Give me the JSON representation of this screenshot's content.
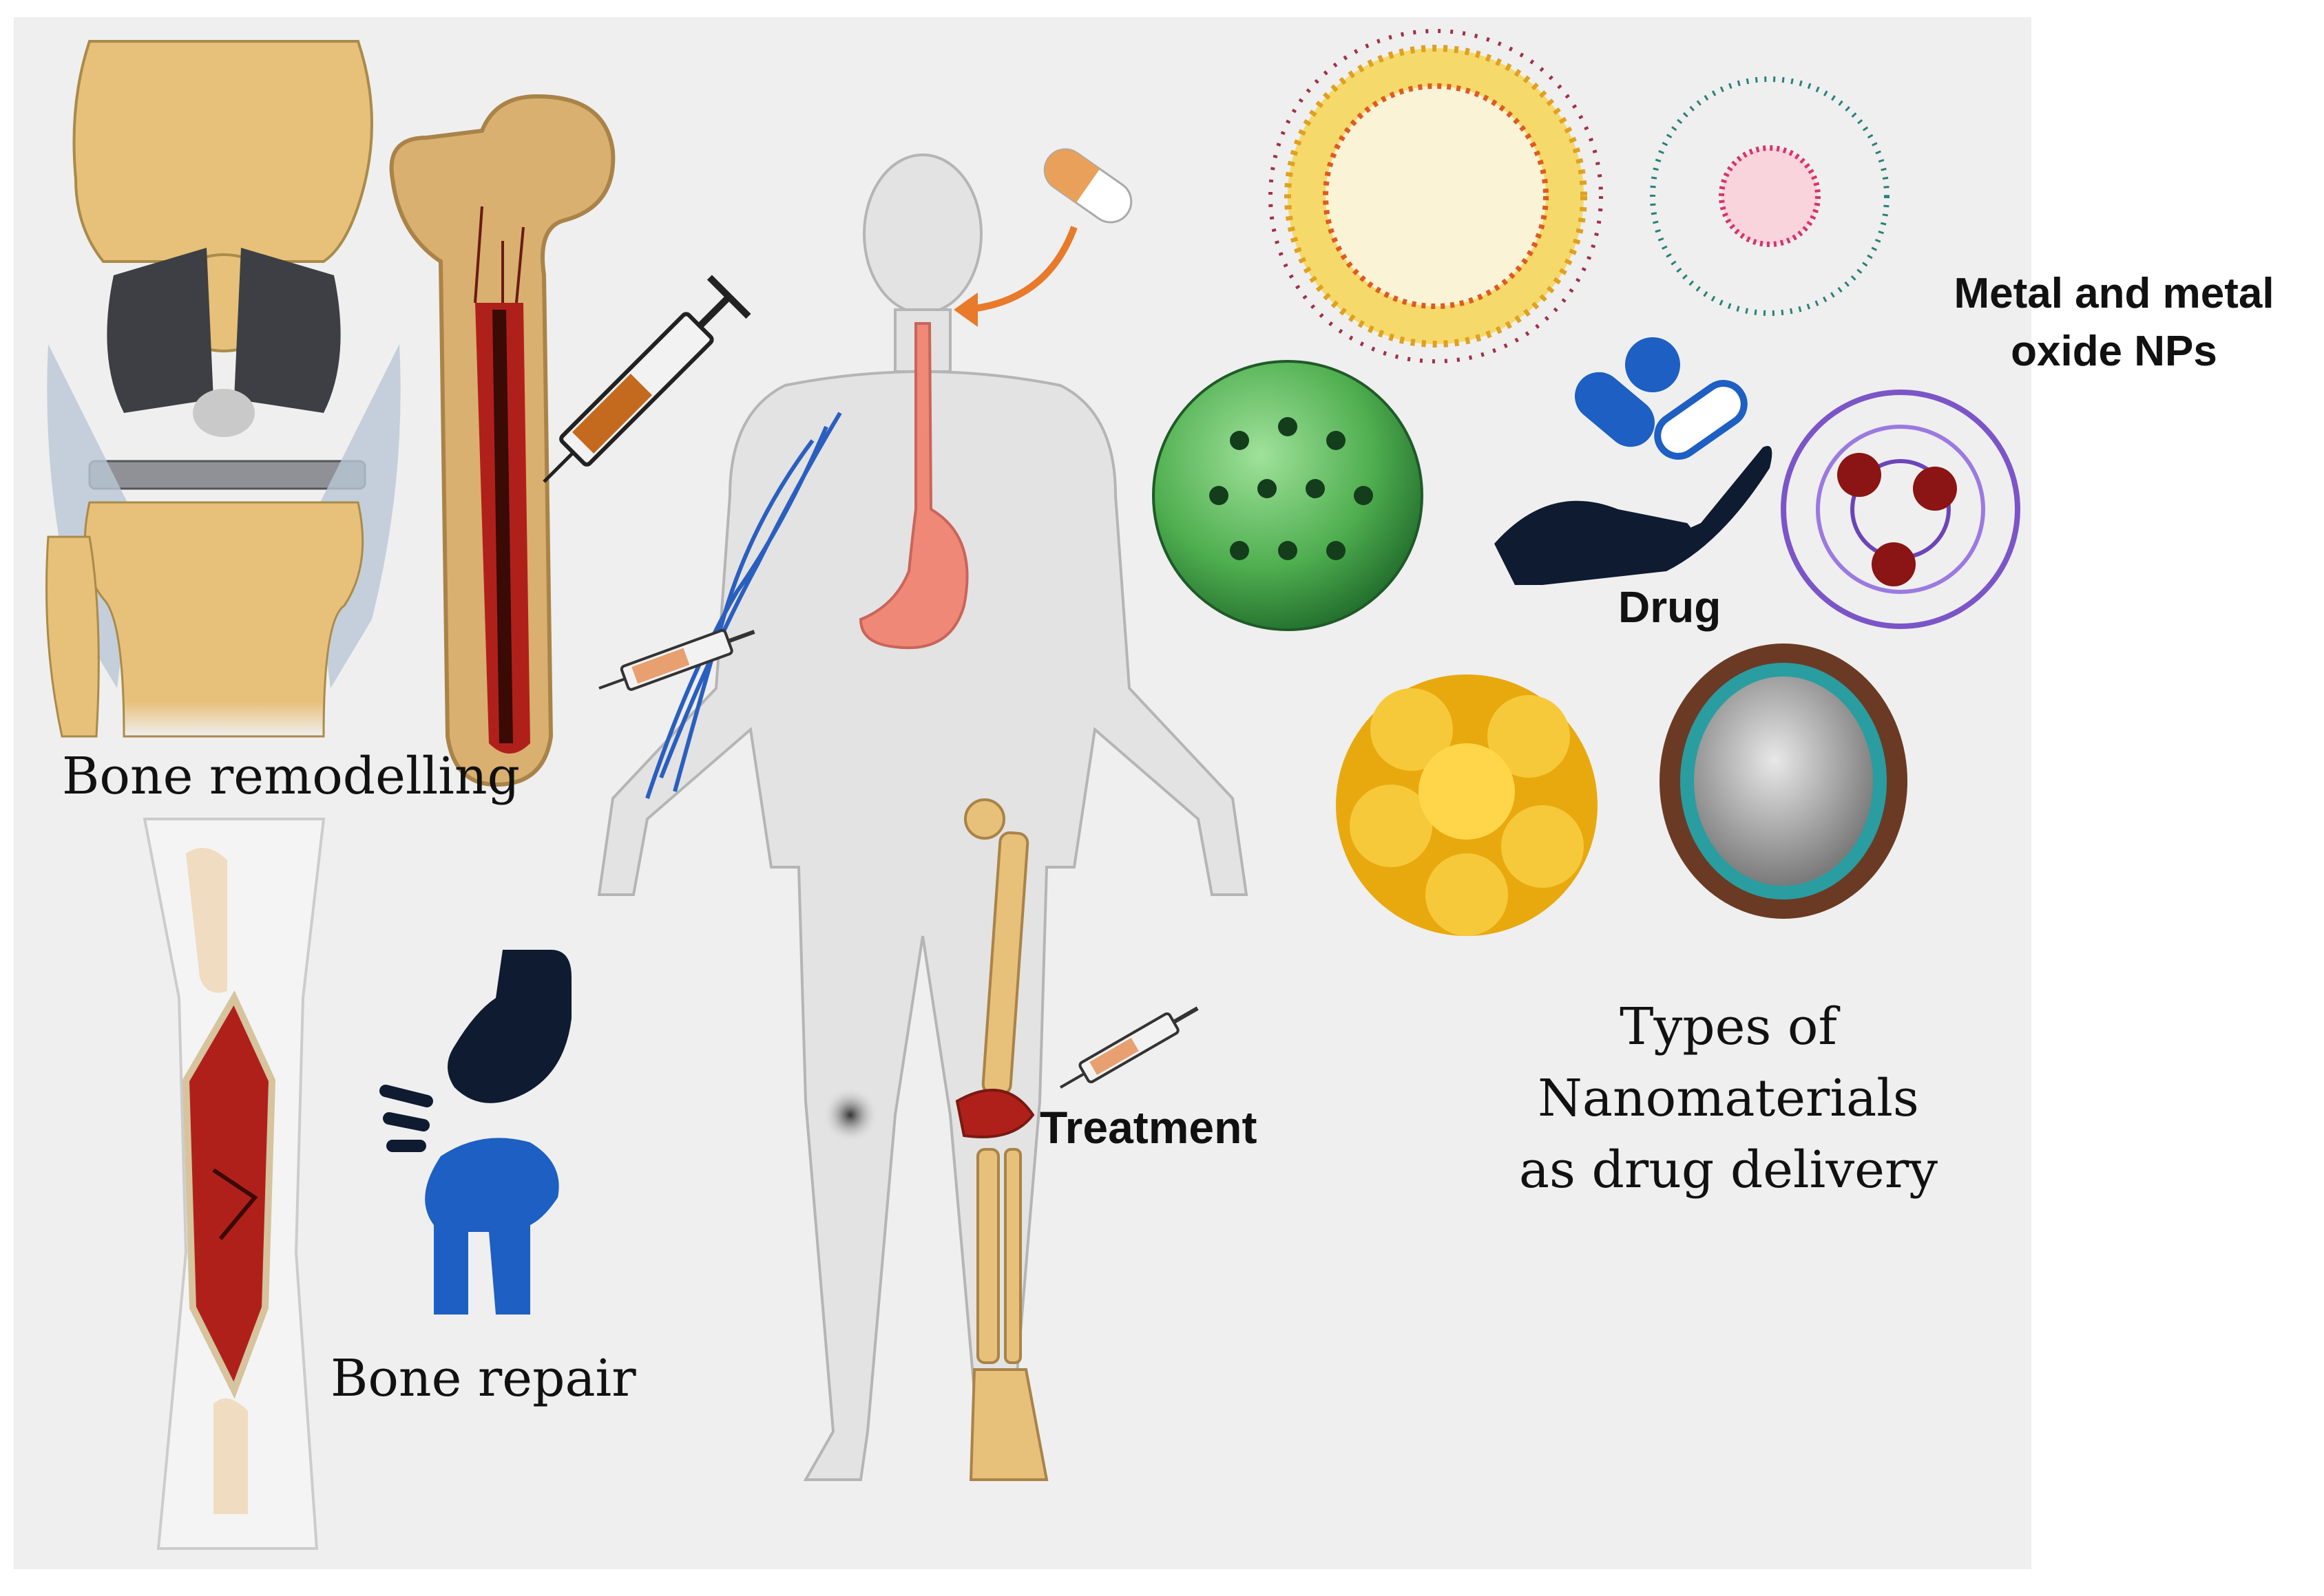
{
  "labels": {
    "bone_remodelling": "Bone remodelling",
    "bone_repair": "Bone repair",
    "treatment": "Treatment",
    "drug": "Drug",
    "metal_line1": "Metal and metal",
    "metal_line2": "oxide NPs",
    "types_line1": "Types of Nanomaterials",
    "types_line2": "as drug delivery"
  },
  "colors": {
    "background": "#efefef",
    "bone": "#e7c07a",
    "marrow_red": "#b0201a",
    "implant_dark": "#3d3f44",
    "vein_blue": "#2a5fc0",
    "stomach_pink": "#f08878",
    "navy_icon": "#0e1b30",
    "blue_icon": "#1d5fc2",
    "green_sphere": "#4fae4f",
    "gold_cluster": "#e8a90f",
    "teal_shell": "#2a9da0",
    "purple_net": "#7b55c8",
    "arrow_orange": "#e87a2a"
  },
  "icons": [
    "knee-implant-icon",
    "femur-icon",
    "syringe-icon",
    "human-body-icon",
    "capsule-icon",
    "fractured-bone-icon",
    "knee-joint-icon",
    "liposome-icon",
    "micelle-icon",
    "porous-sphere-icon",
    "drug-hand-icon",
    "polymer-network-icon",
    "dendrimer-icon",
    "core-shell-icon"
  ]
}
